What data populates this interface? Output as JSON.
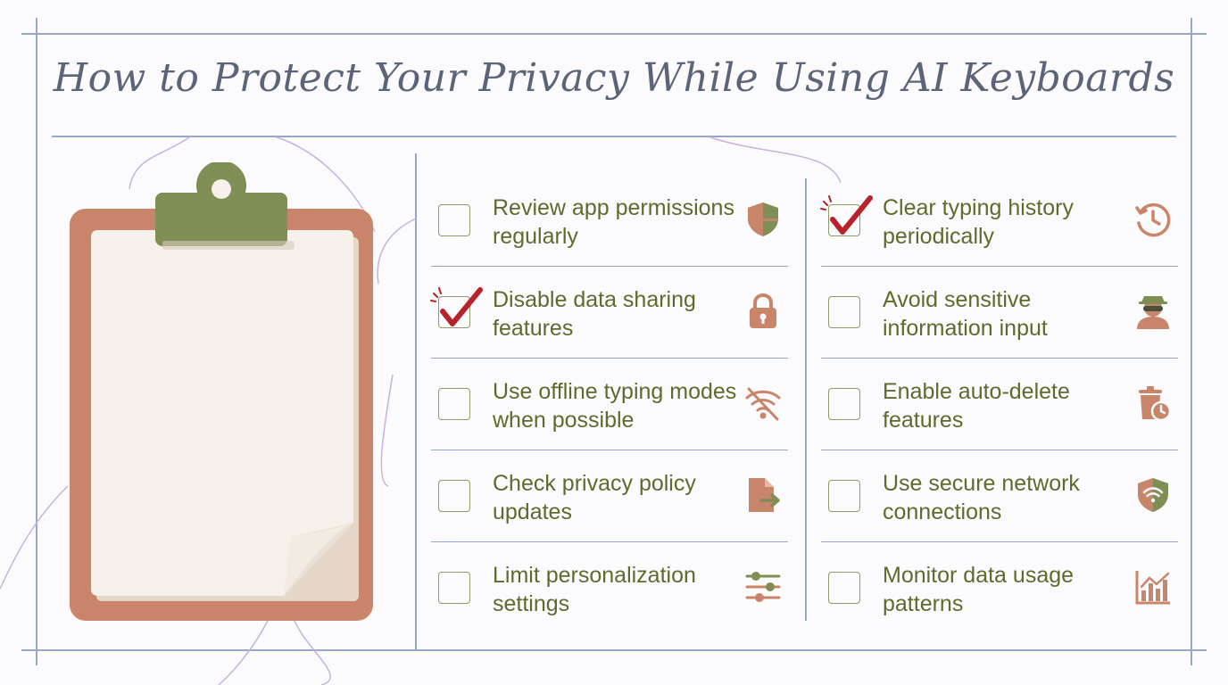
{
  "title": "How to Protect Your Privacy While Using AI Keyboards",
  "colors": {
    "olive": "#7e8e55",
    "terracotta": "#c9856a",
    "check_red": "#b8222a",
    "line_blue": "#9aa6c8",
    "text_olive": "#5f6a2c"
  },
  "left_column": [
    {
      "label": "Review app permissions regularly",
      "checked": false,
      "icon": "shield-icon"
    },
    {
      "label": "Disable data sharing features",
      "checked": true,
      "icon": "lock-icon"
    },
    {
      "label": "Use offline typing modes when possible",
      "checked": false,
      "icon": "wifi-off-icon"
    },
    {
      "label": "Check privacy policy updates",
      "checked": false,
      "icon": "document-export-icon"
    },
    {
      "label": "Limit personalization settings",
      "checked": false,
      "icon": "sliders-icon"
    }
  ],
  "right_column": [
    {
      "label": "Clear typing history periodically",
      "checked": true,
      "icon": "history-clock-icon"
    },
    {
      "label": "Avoid sensitive information input",
      "checked": false,
      "icon": "incognito-user-icon"
    },
    {
      "label": "Enable auto-delete features",
      "checked": false,
      "icon": "trash-timer-icon"
    },
    {
      "label": "Use secure network connections",
      "checked": false,
      "icon": "wifi-shield-icon"
    },
    {
      "label": "Monitor data usage patterns",
      "checked": false,
      "icon": "bar-chart-icon"
    }
  ]
}
